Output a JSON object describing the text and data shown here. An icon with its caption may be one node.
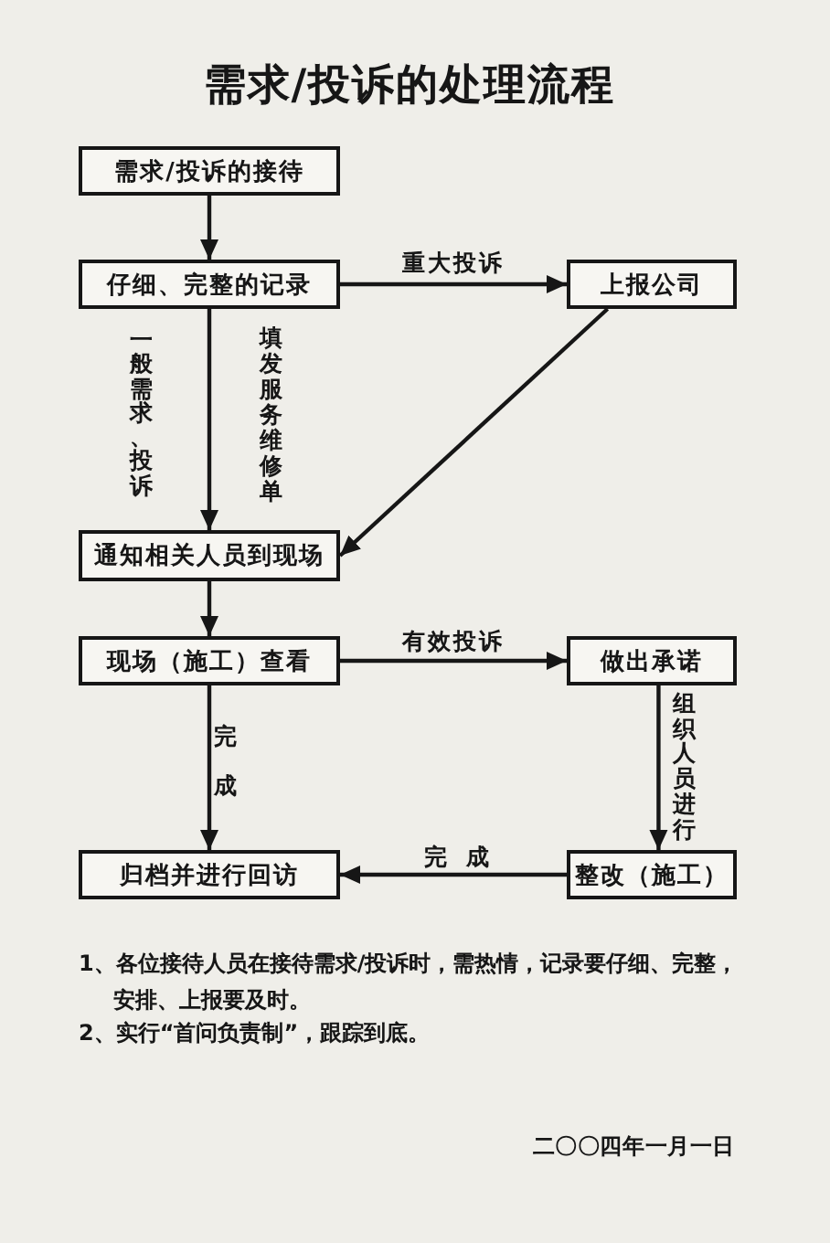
{
  "diagram": {
    "title": "需求/投诉的处理流程",
    "nodes": [
      {
        "text": [
          "需求/投诉的接待"
        ]
      },
      {
        "text": [
          "仔细、完整的记录"
        ]
      },
      {
        "text": [
          "上报公司"
        ]
      },
      {
        "text": [
          "通知相关人员到现场"
        ]
      },
      {
        "text": [
          "现场（施工）查看"
        ]
      },
      {
        "text": [
          "做出承诺"
        ]
      },
      {
        "text": [
          "归档并进行回访"
        ]
      },
      {
        "text": [
          "整改（施工）"
        ]
      }
    ],
    "edges": [
      {
        "from": 0,
        "to": 1,
        "arrow": "to"
      },
      {
        "from": 1,
        "to": 2,
        "arrow": "to",
        "label": "重大投诉"
      },
      {
        "from": 1,
        "to": 3,
        "arrow": "to",
        "label": "一般需求、投诉"
      },
      {
        "from": 2,
        "to": 3,
        "arrow": "to"
      },
      {
        "from": 3,
        "to": 4,
        "arrow": "to"
      },
      {
        "from": 4,
        "to": 5,
        "arrow": "to",
        "label": "有效投诉"
      },
      {
        "from": 4,
        "to": 6,
        "arrow": "to",
        "label": "完成"
      },
      {
        "from": 5,
        "to": 7,
        "arrow": "to",
        "label": "组织人员进行"
      },
      {
        "from": 7,
        "to": 6,
        "arrow": "to",
        "label": "完成"
      }
    ],
    "labels": [
      "填发服务维修单",
      "1、各位接待人员在接待需求/投诉时，需热情，记录要仔细、完整，安排、上报要及时。",
      "2、实行“首问负责制”，跟踪到底。",
      "二〇〇四年一月一日"
    ]
  }
}
